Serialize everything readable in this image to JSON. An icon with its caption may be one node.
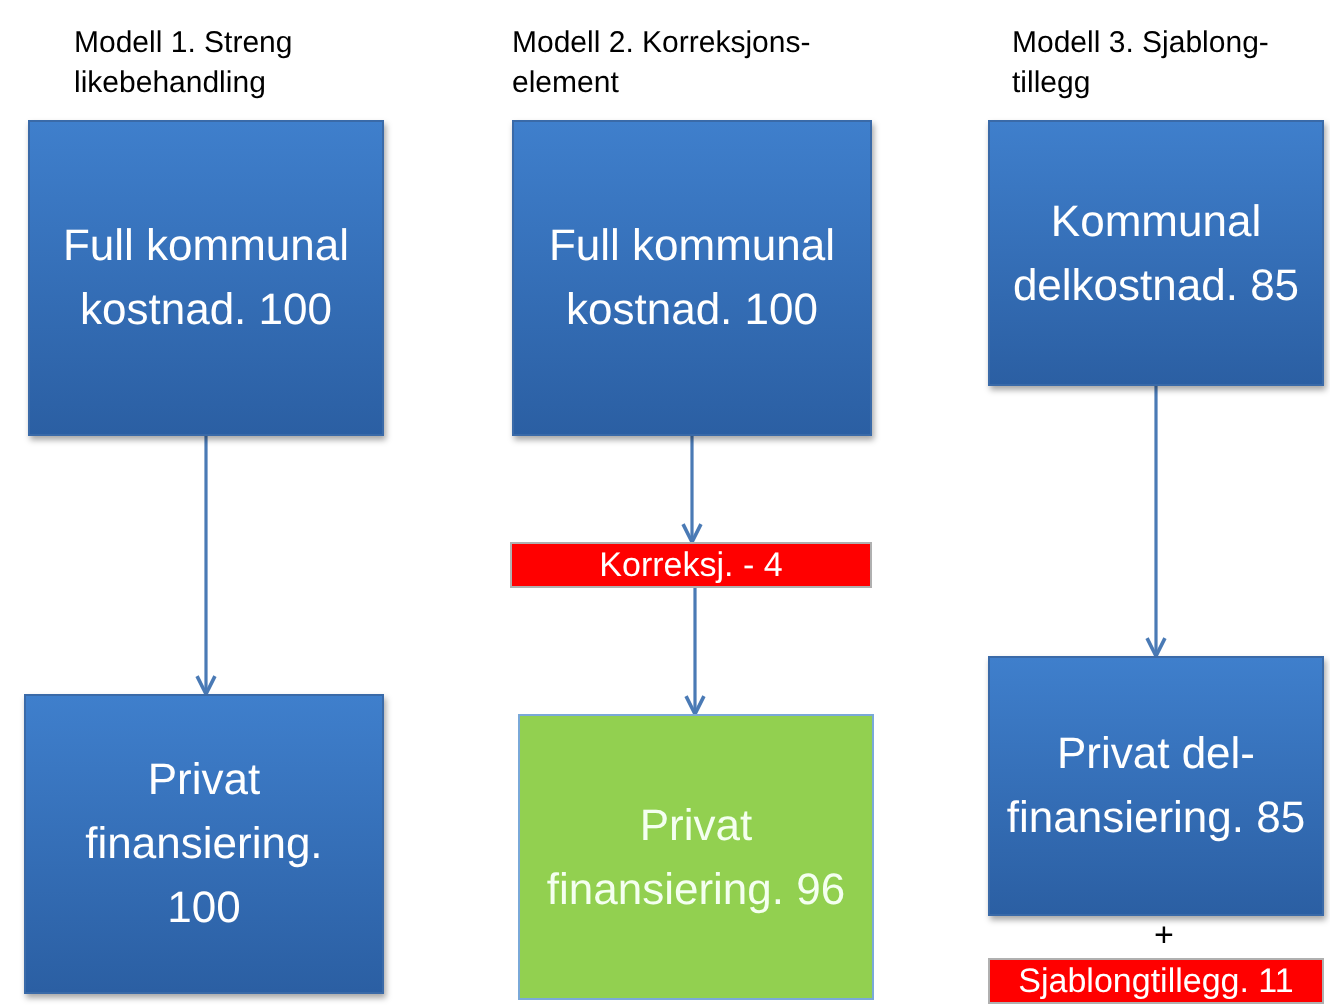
{
  "diagram": {
    "nodes": [
      {
        "text": [
          "Full kommunal kostnad. 100"
        ]
      },
      {
        "text": [
          "Privat finansiering. 100"
        ]
      },
      {
        "text": [
          "Full kommunal kostnad. 100"
        ]
      },
      {
        "text": [
          "Korreksj. - 4"
        ]
      },
      {
        "text": [
          "Privat finansiering. 96"
        ]
      },
      {
        "text": [
          "Kommunal delkostnad. 85"
        ]
      },
      {
        "text": [
          "Privat del- finansiering. 85"
        ]
      },
      {
        "text": [
          "Sjablongtillegg. 11"
        ]
      }
    ],
    "edges": [
      {
        "from": 0,
        "to": 1,
        "arrow": "to"
      },
      {
        "from": 2,
        "to": 3,
        "arrow": "to"
      },
      {
        "from": 3,
        "to": 4,
        "arrow": "to"
      },
      {
        "from": 5,
        "to": 6,
        "arrow": "to"
      }
    ],
    "labels": [
      "Modell 1. Streng likebehandling",
      "Modell 2. Korreksjons- element",
      "Modell 3. Sjablong- tillegg",
      "+"
    ]
  }
}
